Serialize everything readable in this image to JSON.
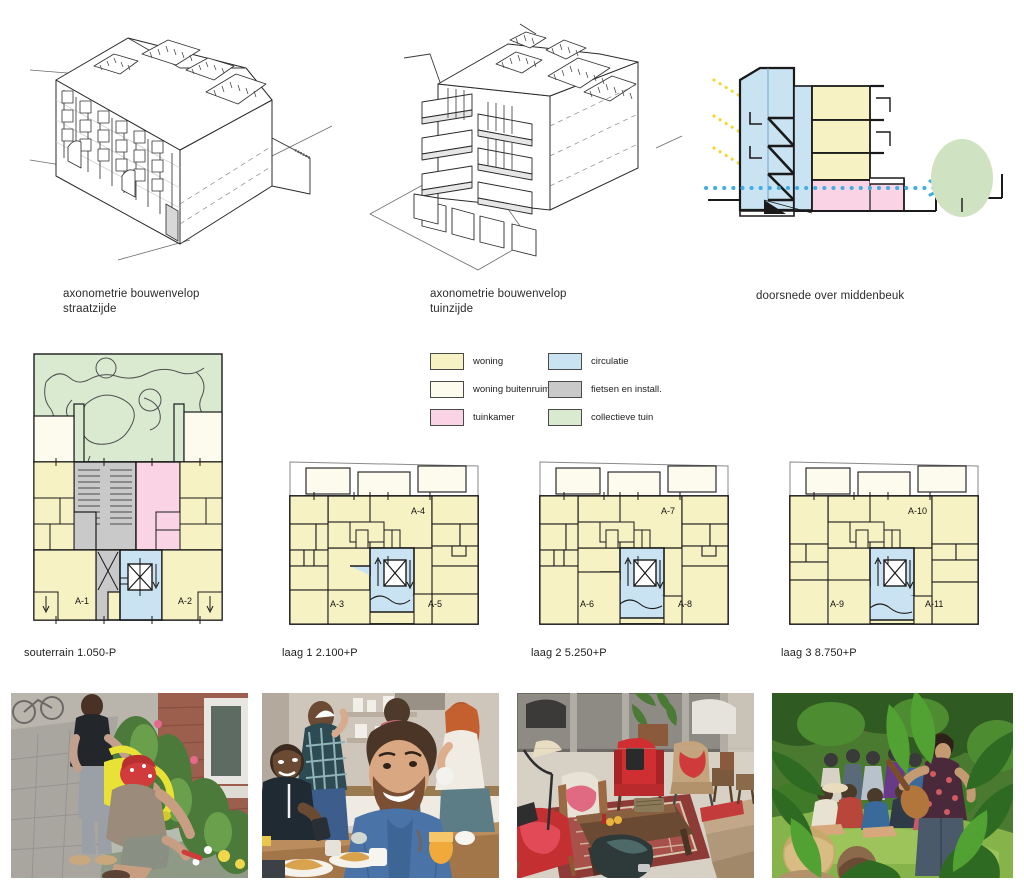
{
  "board": {
    "title": "woongebouw presentatieblad",
    "background": "#ffffff"
  },
  "palette": {
    "woning": "#f7f2c4",
    "woning_buitenruimte": "#fdfaee",
    "tuinkamer": "#fad4e4",
    "circulatie": "#c9e3f2",
    "fietsen_en_install": "#c9c9c9",
    "collectieve_tuin": "#d9ead0",
    "outline": "#1a1a1a",
    "thin_line": "#5b5b5b",
    "sun_arrow": "#f2d73b",
    "flow_arrow": "#3faee0",
    "tree": "#cfe3c3",
    "text": "#231f20"
  },
  "axonometrics": [
    {
      "id": "axo-street",
      "caption_line1": "axonometrie bouwenvelop",
      "caption_line2": "straatzijde"
    },
    {
      "id": "axo-garden",
      "caption_line1": "axonometrie bouwenvelop",
      "caption_line2": "tuinzijde"
    }
  ],
  "section": {
    "id": "section-middenbeuk",
    "caption": "doorsnede over middenbeuk",
    "sun_arrow_count": 3,
    "flow_arrow_label": "",
    "levels": 4
  },
  "legend": {
    "title": "",
    "left_column": [
      {
        "label": "woning",
        "color": "#f7f2c4"
      },
      {
        "label": "woning buitenruimte",
        "color": "#fdfaee"
      },
      {
        "label": "tuinkamer",
        "color": "#fad4e4"
      }
    ],
    "right_column": [
      {
        "label": "circulatie",
        "color": "#c9e3f2"
      },
      {
        "label": "fietsen en install.",
        "color": "#c9c9c9"
      },
      {
        "label": "collectieve tuin",
        "color": "#d9ead0"
      }
    ]
  },
  "plans": [
    {
      "id": "plan-souterrain",
      "caption": "souterrain 1.050-P",
      "units": [
        "A-1",
        "A-2"
      ],
      "has_collective_garden": true,
      "has_bike_storage": true,
      "has_tuinkamer": true
    },
    {
      "id": "plan-laag-1",
      "caption": "laag 1 2.100+P",
      "units": [
        "A-3",
        "A-4",
        "A-5"
      ],
      "has_collective_garden": false,
      "has_bike_storage": false,
      "has_tuinkamer": false
    },
    {
      "id": "plan-laag-2",
      "caption": "laag 2 5.250+P",
      "units": [
        "A-6",
        "A-7",
        "A-8"
      ],
      "has_collective_garden": false,
      "has_bike_storage": false,
      "has_tuinkamer": false
    },
    {
      "id": "plan-laag-3",
      "caption": "laag 3 8.750+P",
      "units": [
        "A-9",
        "A-10",
        "A-11"
      ],
      "has_collective_garden": false,
      "has_bike_storage": false,
      "has_tuinkamer": false
    }
  ],
  "photos": [
    {
      "id": "photo-street-gardening",
      "alt": "bewoners tuinieren in de geveltuin aan de straat"
    },
    {
      "id": "photo-shared-kitchen",
      "alt": "gezamenlijk ontbijt in de keuken"
    },
    {
      "id": "photo-communal-lounge",
      "alt": "collectieve woonkamer met rode fauteuils"
    },
    {
      "id": "photo-garden-gathering",
      "alt": "optreden in de collectieve tuin"
    }
  ]
}
